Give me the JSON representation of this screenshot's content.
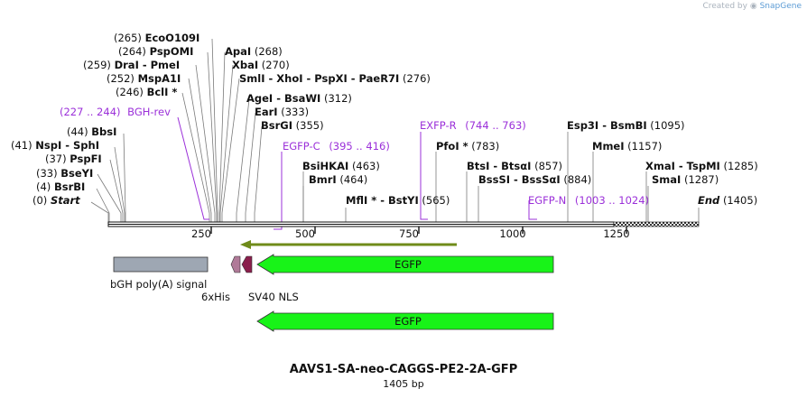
{
  "credit": {
    "prefix": "Created by",
    "brand": "SnapGene"
  },
  "title": "AAVS1-SA-neo-CAGGS-PE2-2A-GFP",
  "subtitle": "1405 bp",
  "ruler": [
    "250",
    "500",
    "750",
    "1000",
    "1250"
  ],
  "enzymes": [
    {
      "pos": "(0)",
      "name": "Start",
      "italic": true
    },
    {
      "pos": "(4)",
      "name": "BsrBI"
    },
    {
      "pos": "(33)",
      "name": "BseYI"
    },
    {
      "pos": "(37)",
      "name": "PspFI"
    },
    {
      "pos": "(41)",
      "name": "NspI - SphI"
    },
    {
      "pos": "(44)",
      "name": "BbsI"
    },
    {
      "pos": "(246)",
      "name": "BclI *"
    },
    {
      "pos": "(252)",
      "name": "MspA1I"
    },
    {
      "pos": "(259)",
      "name": "DraI - PmeI"
    },
    {
      "pos": "(264)",
      "name": "PspOMI"
    },
    {
      "pos": "(265)",
      "name": "EcoO109I"
    },
    {
      "pos": "(268)",
      "name": "ApaI"
    },
    {
      "pos": "(270)",
      "name": "XbaI"
    },
    {
      "pos": "(276)",
      "name": "SmlI - XhoI - PspXI - PaeR7I"
    },
    {
      "pos": "(312)",
      "name": "AgeI - BsaWI"
    },
    {
      "pos": "(333)",
      "name": "EarI"
    },
    {
      "pos": "(355)",
      "name": "BsrGI"
    },
    {
      "pos": "(463)",
      "name": "BsiHKAI"
    },
    {
      "pos": "(464)",
      "name": "BmrI"
    },
    {
      "pos": "(565)",
      "name": "MflI * - BstYI"
    },
    {
      "pos": "(783)",
      "name": "PfoI *"
    },
    {
      "pos": "(857)",
      "name": "BtsI - BtsαI"
    },
    {
      "pos": "(884)",
      "name": "BssSI - BssSαI"
    },
    {
      "pos": "(1095)",
      "name": "Esp3I - BsmBI"
    },
    {
      "pos": "(1157)",
      "name": "MmeI"
    },
    {
      "pos": "(1285)",
      "name": "XmaI - TspMI"
    },
    {
      "pos": "(1287)",
      "name": "SmaI"
    },
    {
      "pos": "(1405)",
      "name": "End",
      "italic": true
    }
  ],
  "primers": [
    {
      "range": "(227 .. 244)",
      "name": "BGH-rev"
    },
    {
      "range": "(395 .. 416)",
      "name": "EGFP-C"
    },
    {
      "range": "(744 .. 763)",
      "name": "EXFP-R"
    },
    {
      "range": "(1003 .. 1024)",
      "name": "EGFP-N"
    }
  ],
  "features": {
    "bgh": "bGH poly(A) signal",
    "his": "6xHis",
    "nls": "SV40 NLS",
    "egfp": "EGFP",
    "egfp2": "EGFP"
  },
  "colors": {
    "egfp": "#18f318",
    "bgh": "#9ea7b3",
    "his": "#b07a98",
    "nls": "#8a1f4c",
    "primer": "#9b30d9",
    "orf": "#6f8b1a"
  }
}
